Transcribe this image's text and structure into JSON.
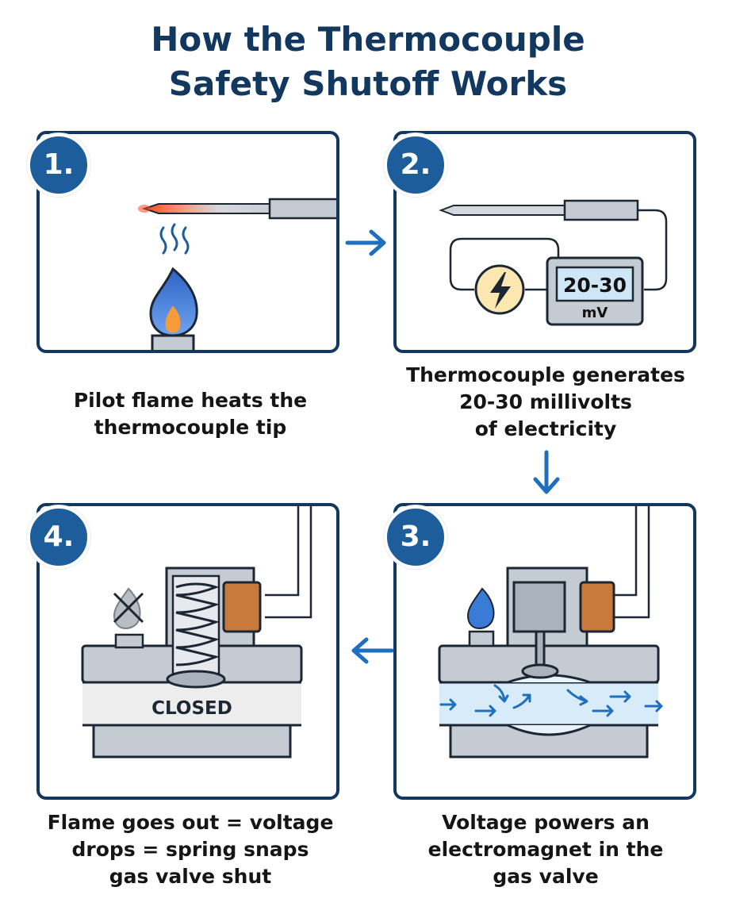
{
  "title": {
    "line1": "How the Thermocouple",
    "line2": "Safety Shutoff Works"
  },
  "steps": [
    {
      "number": "1.",
      "caption_lines": [
        "Pilot flame heats the",
        "thermocouple tip"
      ]
    },
    {
      "number": "2.",
      "caption_lines": [
        "Thermocouple generates",
        "20-30 millivolts",
        "of electricity"
      ]
    },
    {
      "number": "3.",
      "caption_lines": [
        "Voltage powers an",
        "electromagnet in the",
        "gas valve"
      ]
    },
    {
      "number": "4.",
      "caption_lines": [
        "Flame goes out = voltage",
        "drops = spring snaps",
        "gas valve shut"
      ]
    }
  ],
  "meter": {
    "reading": "20-30",
    "unit": "mV"
  },
  "valve_closed_label": "CLOSED",
  "colors": {
    "navy": "#13385f",
    "badge_blue": "#1d5d9b",
    "arrow_blue": "#1f6fbf",
    "gas_flow": "#d8ebf8"
  }
}
